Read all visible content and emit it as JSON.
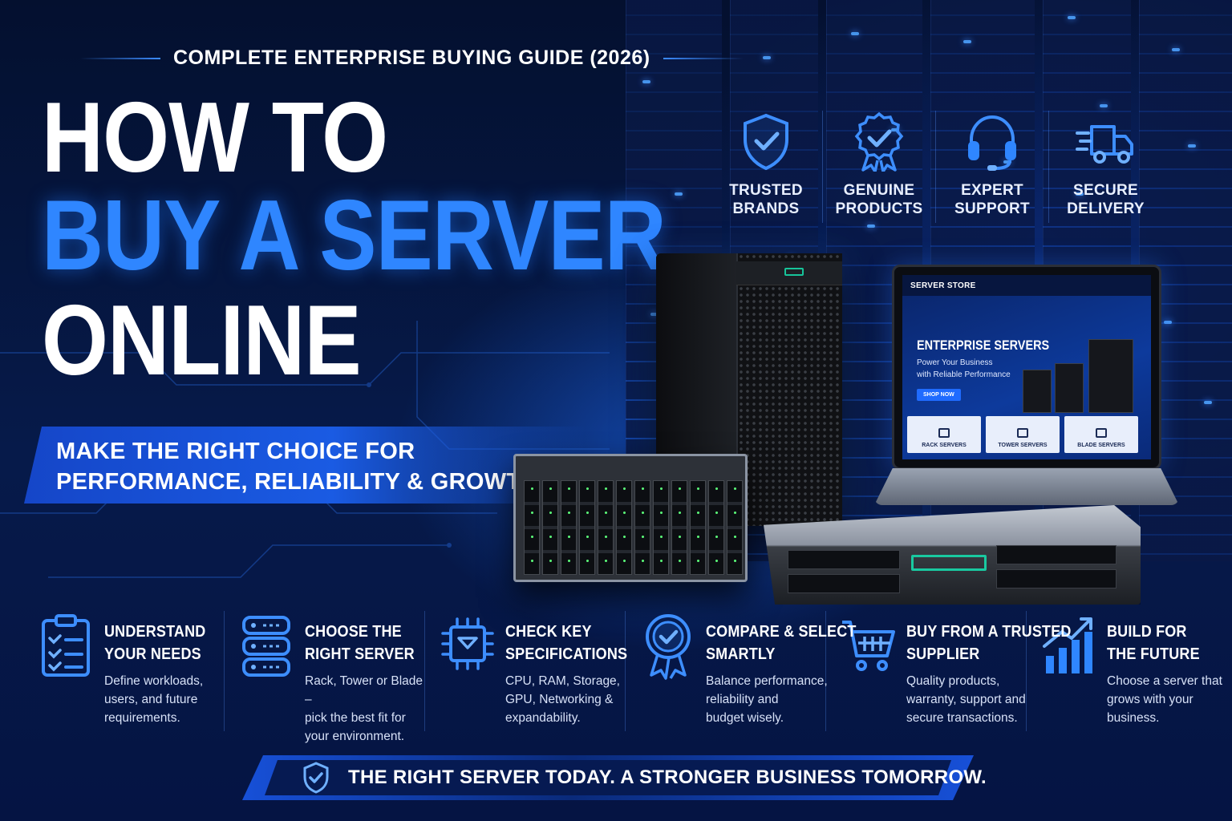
{
  "header": {
    "kicker": "COMPLETE ENTERPRISE BUYING GUIDE (2026)",
    "title_line1": "HOW TO",
    "title_line2": "BUY A SERVER",
    "title_line3": "ONLINE",
    "subtitle_line1": "MAKE THE RIGHT CHOICE FOR",
    "subtitle_line2": "PERFORMANCE, RELIABILITY & GROWTH"
  },
  "badges": [
    {
      "icon": "shield-check-icon",
      "line1": "TRUSTED",
      "line2": "BRANDS"
    },
    {
      "icon": "award-ribbon-icon",
      "line1": "GENUINE",
      "line2": "PRODUCTS"
    },
    {
      "icon": "headset-icon",
      "line1": "EXPERT",
      "line2": "SUPPORT"
    },
    {
      "icon": "delivery-truck-icon",
      "line1": "SECURE",
      "line2": "DELIVERY"
    }
  ],
  "laptop_screen": {
    "store_name": "SERVER STORE",
    "heading": "ENTERPRISE SERVERS",
    "tagline_line1": "Power Your Business",
    "tagline_line2": "with Reliable Performance",
    "cta": "SHOP NOW",
    "tiles": [
      "RACK SERVERS",
      "TOWER SERVERS",
      "BLADE SERVERS"
    ]
  },
  "steps": [
    {
      "icon": "clipboard-checklist-icon",
      "title1": "UNDERSTAND",
      "title2": "YOUR NEEDS",
      "desc1": "Define workloads,",
      "desc2": "users, and future",
      "desc3": "requirements."
    },
    {
      "icon": "server-stack-icon",
      "title1": "CHOOSE THE",
      "title2": "RIGHT SERVER",
      "desc1": "Rack, Tower or Blade –",
      "desc2": "pick the best fit for",
      "desc3": "your environment."
    },
    {
      "icon": "cpu-chip-icon",
      "title1": "CHECK KEY",
      "title2": "SPECIFICATIONS",
      "desc1": "CPU, RAM, Storage,",
      "desc2": "GPU, Networking &",
      "desc3": "expandability."
    },
    {
      "icon": "award-badge-icon",
      "title1": "COMPARE & SELECT",
      "title2": "SMARTLY",
      "desc1": "Balance performance,",
      "desc2": "reliability and",
      "desc3": "budget wisely."
    },
    {
      "icon": "shopping-cart-icon",
      "title1": "BUY FROM A TRUSTED",
      "title2": "SUPPLIER",
      "desc1": "Quality products,",
      "desc2": "warranty, support and",
      "desc3": "secure transactions."
    },
    {
      "icon": "growth-chart-icon",
      "title1": "BUILD FOR",
      "title2": "THE FUTURE",
      "desc1": "Choose a server that",
      "desc2": "grows with your",
      "desc3": "business."
    }
  ],
  "footer": {
    "icon": "shield-check-icon",
    "text": "THE RIGHT SERVER TODAY. A STRONGER BUSINESS TOMORROW."
  },
  "colors": {
    "accent": "#2f86ff",
    "background": "#04102f",
    "banner": "#1a5be3",
    "status_led": "#19c9a0"
  }
}
